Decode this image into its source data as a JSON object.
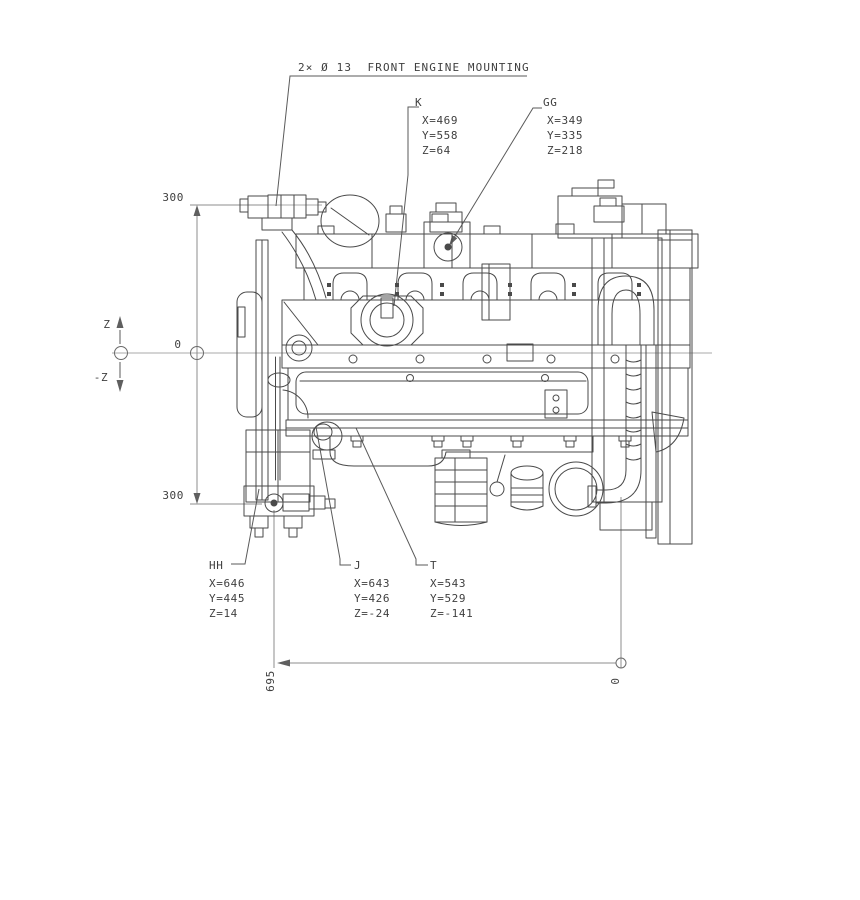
{
  "drawing": {
    "title": "2× Ø 13  FRONT ENGINE MOUNTING",
    "callouts": [
      {
        "id": "K",
        "label": "K",
        "coord_x": "X=469",
        "coord_y": "Y=558",
        "coord_z": "Z=64"
      },
      {
        "id": "GG",
        "label": "GG",
        "coord_x": "X=349",
        "coord_y": "Y=335",
        "coord_z": "Z=218"
      },
      {
        "id": "HH",
        "label": "HH",
        "coord_x": "X=646",
        "coord_y": "Y=445",
        "coord_z": "Z=14"
      },
      {
        "id": "J",
        "label": "J",
        "coord_x": "X=643",
        "coord_y": "Y=426",
        "coord_z": "Z=-24"
      },
      {
        "id": "T",
        "label": "T",
        "coord_x": "X=543",
        "coord_y": "Y=529",
        "coord_z": "Z=-141"
      }
    ],
    "dimensions": {
      "vertical_upper": "300",
      "vertical_lower": "300",
      "horizontal_length": "695",
      "horizontal_origin": "0",
      "axis_origin": "0",
      "axis_positive": "Z",
      "axis_negative": "-Z"
    },
    "colors": {
      "line": "#4a4a4a",
      "dim_line": "#8c8c8c",
      "text": "#3f3f3f",
      "background": "#ffffff"
    }
  }
}
